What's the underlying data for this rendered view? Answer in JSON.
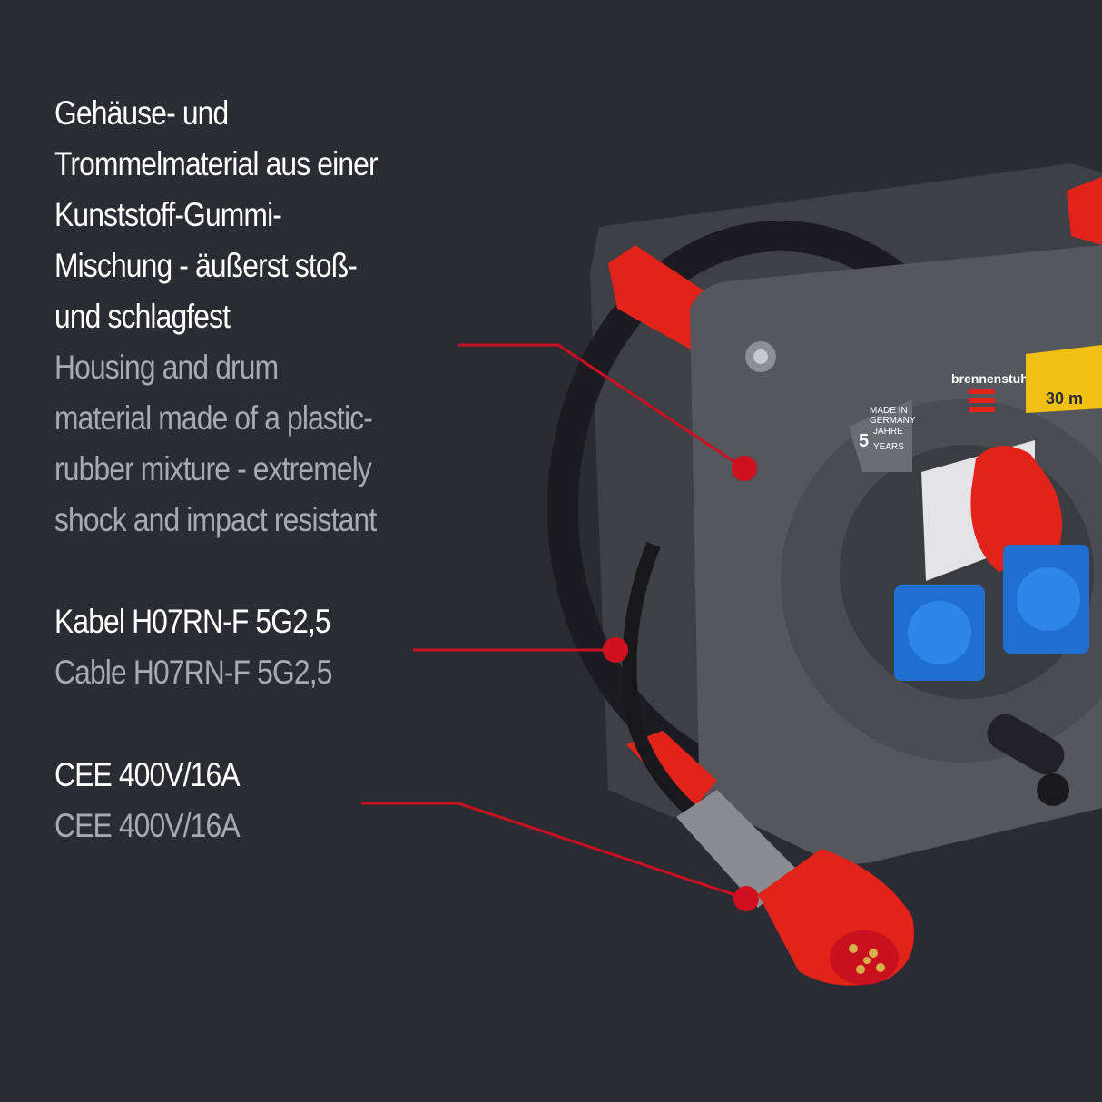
{
  "features": [
    {
      "de": "Gehäuse- und\nTrommelmaterial aus einer\nKunststoff-Gummi-\nMischung - äußerst stoß-\nund schlagfest",
      "en": "Housing and drum\nmaterial made of a plastic-\nrubber mixture - extremely\nshock and impact resistant"
    },
    {
      "de": "Kabel H07RN-F 5G2,5",
      "en": "Cable H07RN-F 5G2,5"
    },
    {
      "de": "CEE 400V/16A",
      "en": "CEE 400V/16A"
    }
  ],
  "product": {
    "brand": "brennenstuhl",
    "badge_made_in": "MADE IN\nGERMANY",
    "badge_warranty_number": "5",
    "badge_warranty_de": "JAHRE",
    "badge_warranty_en": "YEARS",
    "cable_length": "30 m"
  },
  "colors": {
    "background": "#2b2b34",
    "callout_line": "#c8101e",
    "callout_dot": "#d0101e",
    "housing": "#55575c",
    "accent_red": "#e2231a",
    "socket_blue": "#1f6fd1"
  }
}
